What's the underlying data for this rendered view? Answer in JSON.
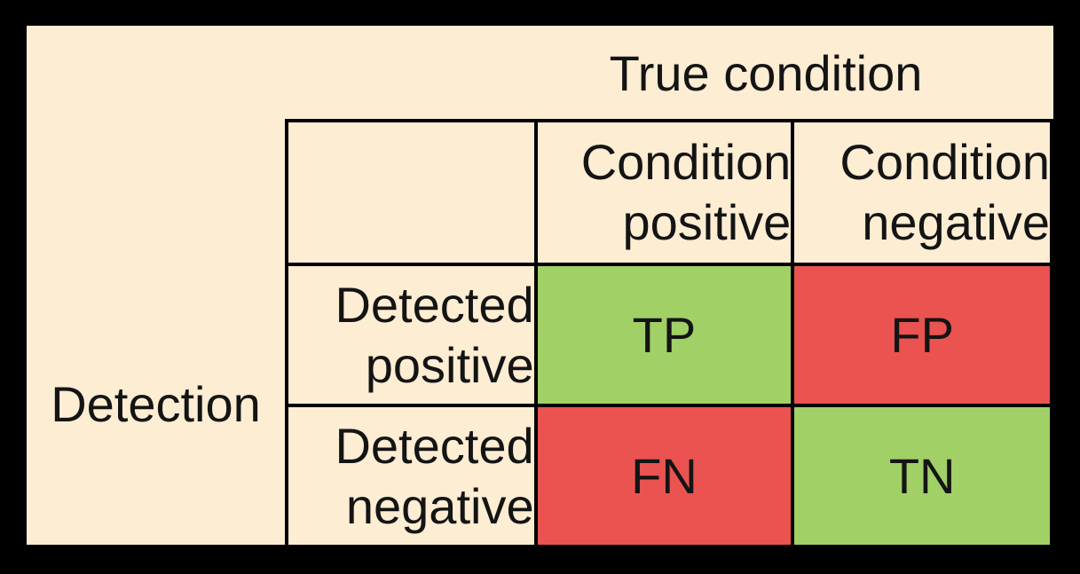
{
  "figure": {
    "column_axis_label": "True condition",
    "row_axis_label": "Detection"
  },
  "matrix": {
    "column_headers": [
      {
        "line1": "Condition",
        "line2": "positive"
      },
      {
        "line1": "Condition",
        "line2": "negative"
      }
    ],
    "row_headers": [
      {
        "line1": "Detected",
        "line2": "positive"
      },
      {
        "line1": "Detected",
        "line2": "negative"
      }
    ],
    "cells": [
      [
        {
          "label": "TP",
          "type": "positive"
        },
        {
          "label": "FP",
          "type": "negative"
        }
      ],
      [
        {
          "label": "FN",
          "type": "negative"
        },
        {
          "label": "TN",
          "type": "positive"
        }
      ]
    ]
  },
  "colors": {
    "background": "#000000",
    "panel": "#FCEDD3",
    "positive_cell": "#A0D066",
    "negative_cell": "#EA5350",
    "border": "#000000",
    "text": "#141414"
  }
}
